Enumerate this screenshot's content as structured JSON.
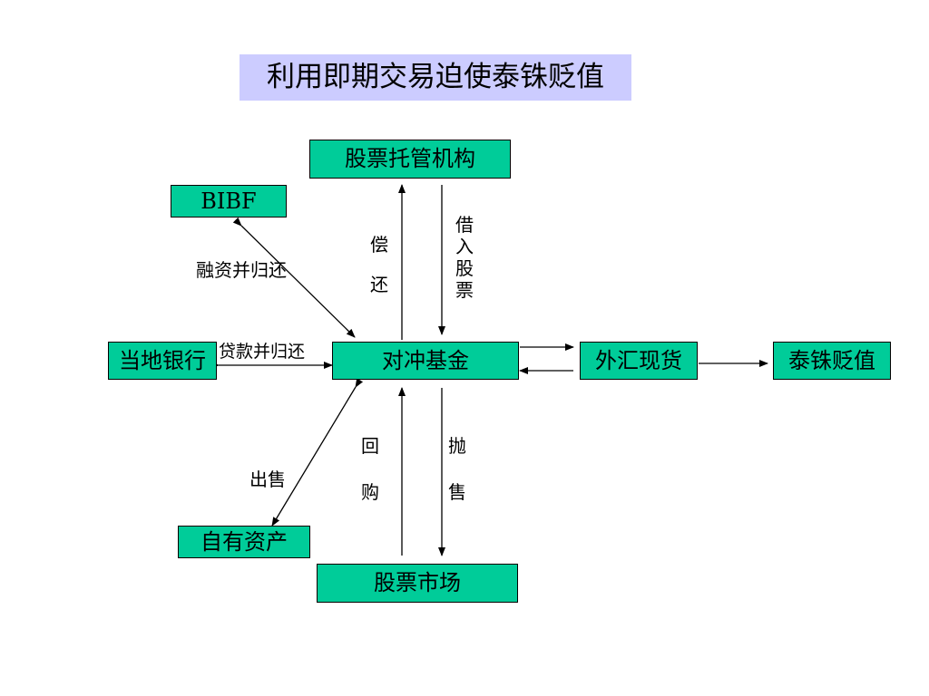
{
  "title": "利用即期交易迫使泰铢贬值",
  "nodes": {
    "custodian": "股票托管机构",
    "bibf": "BIBF",
    "local_bank": "当地银行",
    "hedge_fund": "对冲基金",
    "fx_spot": "外汇现货",
    "baht_depreciation": "泰铢贬值",
    "own_assets": "自有资产",
    "stock_market": "股票市场"
  },
  "labels": {
    "bibf_financing": "融资并归还",
    "bank_loan": "贷款并归还",
    "sell_assets": "出售",
    "repay": [
      "偿",
      "还"
    ],
    "borrow_stock": "借入股票",
    "buyback": [
      "回",
      "购"
    ],
    "dump_sell": [
      "抛",
      "售"
    ]
  }
}
